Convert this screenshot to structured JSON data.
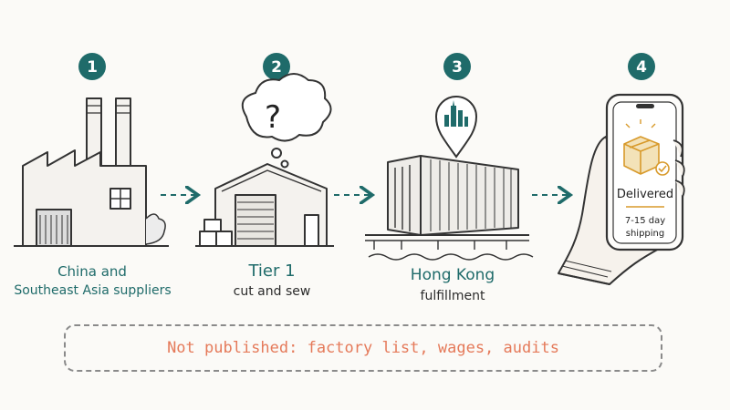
{
  "steps": [
    {
      "number": "1",
      "title": "China and",
      "subtitle": "Southeast Asia suppliers"
    },
    {
      "number": "2",
      "title": "Tier 1",
      "subtitle": "cut and sew"
    },
    {
      "number": "3",
      "title": "Hong Kong",
      "subtitle": "fulfillment"
    },
    {
      "number": "4",
      "phone_status": "Delivered",
      "phone_line1": "7-15 day",
      "phone_line2": "shipping"
    }
  ],
  "notice": "Not published: factory list, wages, audits",
  "colors": {
    "teal": "#1f6b6a",
    "ink": "#333333",
    "accent": "#e57a5a",
    "gold": "#d89a2b",
    "box_fill": "#f3e2b8"
  },
  "icons": [
    "factory-icon",
    "warehouse-icon",
    "thought-bubble-icon",
    "question-mark-icon",
    "shipping-container-icon",
    "location-pin-icon",
    "city-skyline-icon",
    "smartphone-icon",
    "hand-icon",
    "package-icon",
    "checkmark-icon",
    "dashed-arrow-icon"
  ]
}
